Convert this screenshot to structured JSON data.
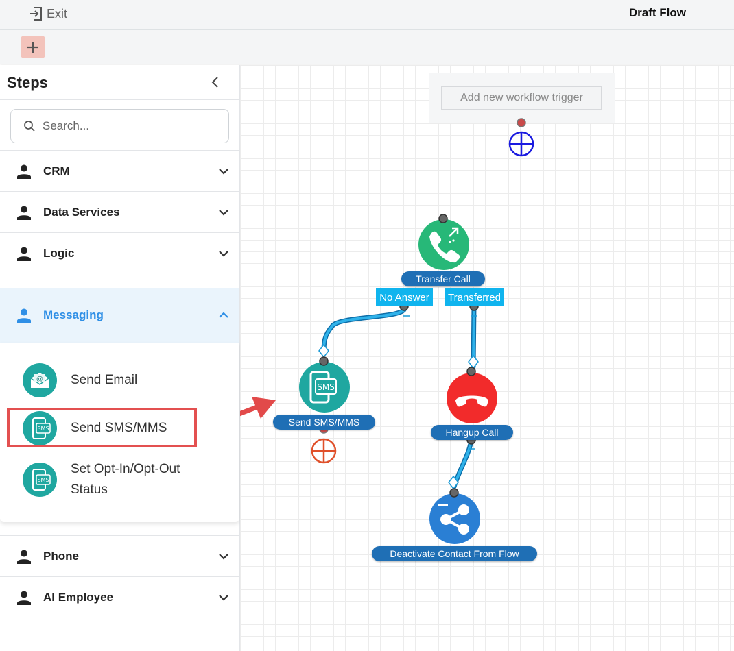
{
  "topbar": {
    "exit_label": "Exit",
    "title": "Draft Flow"
  },
  "toolbar": {
    "add_icon": "plus-icon"
  },
  "sidebar": {
    "title": "Steps",
    "search_placeholder": "Search...",
    "categories": [
      {
        "label": "CRM",
        "expanded": false
      },
      {
        "label": "Data Services",
        "expanded": false
      },
      {
        "label": "Logic",
        "expanded": false
      },
      {
        "label": "Messaging",
        "expanded": true
      },
      {
        "label": "Phone",
        "expanded": false
      },
      {
        "label": "AI Employee",
        "expanded": false
      }
    ],
    "messaging_items": [
      {
        "label": "Send Email",
        "icon": "email-icon"
      },
      {
        "label": "Send SMS/MMS",
        "icon": "sms-icon",
        "highlighted": true
      },
      {
        "label_line1": "Set Opt-In/Opt-Out",
        "label_line2": "Status",
        "icon": "sms-icon"
      }
    ]
  },
  "canvas": {
    "trigger_button": "Add new workflow trigger",
    "nodes": [
      {
        "label": "Transfer Call",
        "icon": "phone-transfer-icon",
        "color": "#27b878"
      },
      {
        "label": "Send SMS/MMS",
        "icon": "sms-icon",
        "color": "#1fa7a0"
      },
      {
        "label": "Hangup Call",
        "icon": "hangup-icon",
        "color": "#f22b2b"
      },
      {
        "label": "Deactivate Contact From Flow",
        "icon": "share-icon",
        "color": "#2a7fd4"
      }
    ],
    "branches": [
      {
        "label": "No Answer"
      },
      {
        "label": "Transferred"
      }
    ]
  },
  "colors": {
    "accent": "#2f8fe6",
    "node_label_bg": "#1f6fb5",
    "branch_bg": "#10b4ee",
    "wire": "#1a9ad6",
    "highlight": "#e35050",
    "add_button_bg": "#f3c3bb"
  }
}
